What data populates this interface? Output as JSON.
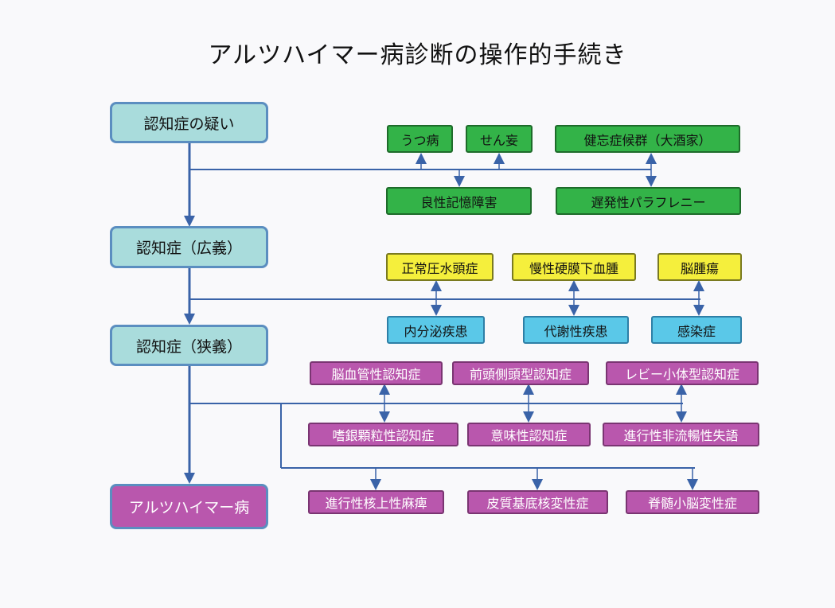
{
  "title": "アルツハイマー病診断の操作的手続き",
  "colors": {
    "main": "#a9dcdc",
    "main_border": "#5b8ec0",
    "green": "#33b348",
    "yellow": "#f5ef3c",
    "blue": "#5ac8e8",
    "purple": "#b957ad",
    "line": "#3a63a8"
  },
  "main_steps": [
    "認知症の疑い",
    "認知症（広義）",
    "認知症（狭義）",
    "アルツハイマー病"
  ],
  "green": {
    "top": [
      "うつ病",
      "せん妄",
      "健忘症候群（大酒家）"
    ],
    "bottom": [
      "良性記憶障害",
      "遅発性パラフレニー"
    ]
  },
  "yellow": [
    "正常圧水頭症",
    "慢性硬膜下血腫",
    "脳腫瘍"
  ],
  "blue": [
    "内分泌疾患",
    "代謝性疾患",
    "感染症"
  ],
  "purple": {
    "row1": [
      "脳血管性認知症",
      "前頭側頭型認知症",
      "レビー小体型認知症"
    ],
    "row2": [
      "嗜銀顆粒性認知症",
      "意味性認知症",
      "進行性非流暢性失語"
    ],
    "row3": [
      "進行性核上性麻痺",
      "皮質基底核変性症",
      "脊髄小脳変性症"
    ]
  }
}
